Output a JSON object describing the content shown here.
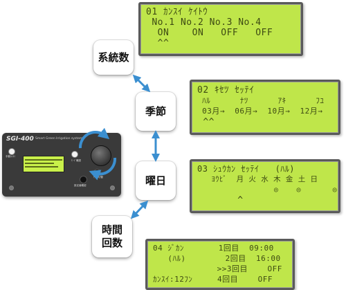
{
  "labels": {
    "system_count": "系統数",
    "season": "季節",
    "weekday": "曜日",
    "time_count": [
      "時間",
      "回数"
    ]
  },
  "screens": {
    "screen1": [
      "01 ｶﾝｽｲ ｹｲﾄｳ",
      " No.1 No.2 No.3 No.4",
      "  ON    ON   OFF   OFF",
      "  ^^"
    ],
    "screen2": [
      "02 ｷｾﾂ ｾｯﾃｲ",
      " ﾊﾙ      ﾅﾂ      ｱｷ      ﾌﾕ",
      " 03月→  06月→  10月→  12月→",
      " ^^"
    ],
    "screen3": [
      "03 ｼｭｳｶﾝ ｾｯﾃｲ   (ﾊﾙ)",
      "   ﾖｳﾋﾞ  月 火 水 木 金 土 日",
      "                 ◎    ◎       ◎",
      "       ^"
    ],
    "screen4": [
      "04 ｼﾞｶﾝ       1回目  09:00",
      "   (ﾊﾙ)        2回目  16:00",
      "             >>3回目    OFF",
      "ｶﾝｽｲ:12ﾌﾝ     4回目    OFF"
    ]
  },
  "device": {
    "brand": "SGI-400",
    "subtitle": "Smart Green Irrigation system",
    "btn_labels": [
      "手動ｶﾝｽｲ",
      "ﾓｰﾄﾞ切替",
      "ﾓｰﾄﾞ確認",
      "設定値確認"
    ]
  },
  "colors": {
    "lcd_bg": "#bfe64a",
    "lcd_text": "#3d4a12",
    "arrow": "#3b8fd0",
    "device_body": "#3a3a3a"
  }
}
